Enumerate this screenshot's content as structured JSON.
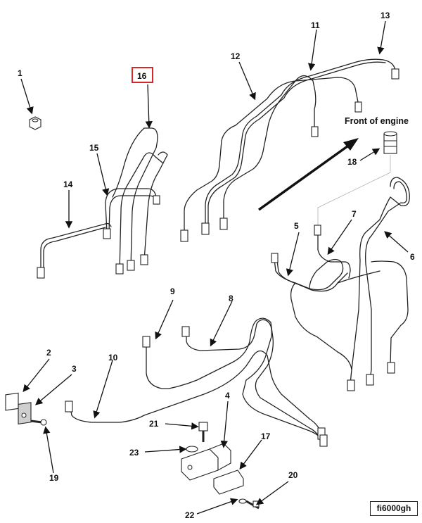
{
  "diagram": {
    "orientation_label": "Front of engine",
    "figure_id": "fi6000gh",
    "highlighted_callout": "16",
    "highlight_color": "#d6282b",
    "callouts": [
      "1",
      "2",
      "3",
      "4",
      "5",
      "6",
      "7",
      "8",
      "9",
      "10",
      "11",
      "12",
      "13",
      "14",
      "15",
      "16",
      "17",
      "18",
      "19",
      "20",
      "21",
      "22",
      "23"
    ]
  }
}
